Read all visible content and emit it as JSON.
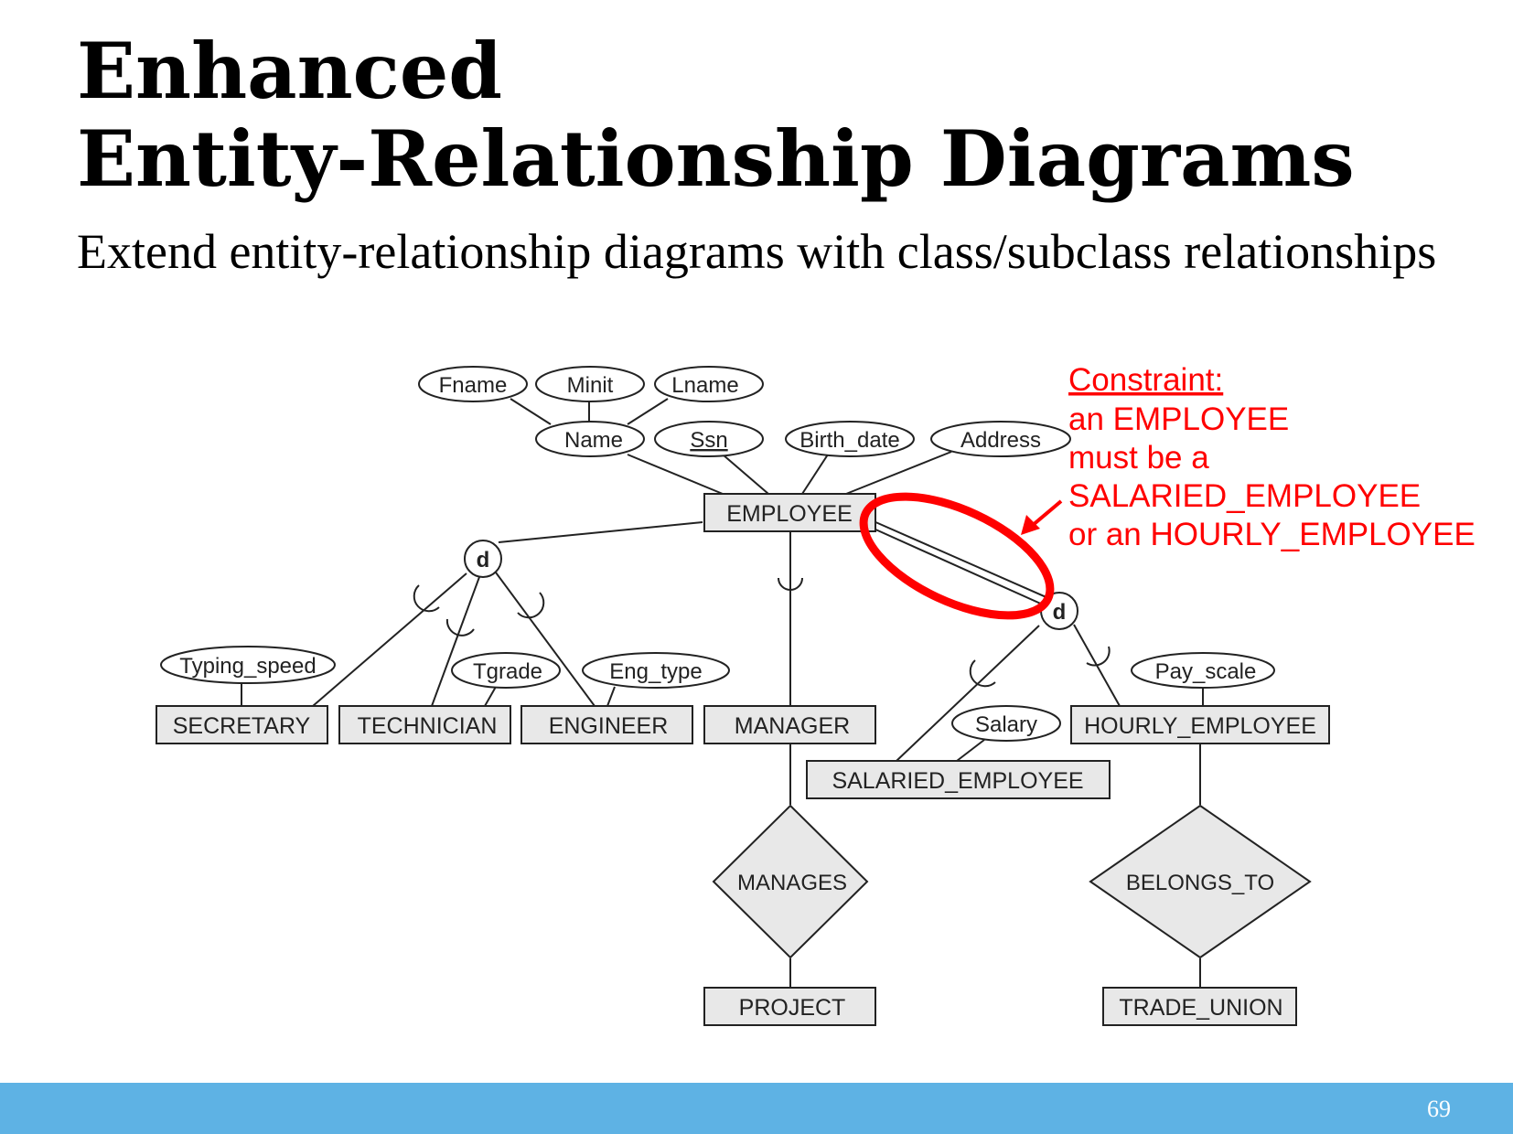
{
  "slide": {
    "title_line1": "Enhanced",
    "title_line2": "Entity-Relationship Diagrams",
    "subtitle": "Extend entity-relationship diagrams with class/subclass relationships",
    "page_number": "69"
  },
  "diagram": {
    "attributes": {
      "fname": "Fname",
      "minit": "Minit",
      "lname": "Lname",
      "name": "Name",
      "ssn": "Ssn",
      "birth_date": "Birth_date",
      "address": "Address",
      "typing_speed": "Typing_speed",
      "tgrade": "Tgrade",
      "eng_type": "Eng_type",
      "salary": "Salary",
      "pay_scale": "Pay_scale"
    },
    "entities": {
      "employee": "EMPLOYEE",
      "secretary": "SECRETARY",
      "technician": "TECHNICIAN",
      "engineer": "ENGINEER",
      "manager": "MANAGER",
      "salaried_employee": "SALARIED_EMPLOYEE",
      "hourly_employee": "HOURLY_EMPLOYEE",
      "project": "PROJECT",
      "trade_union": "TRADE_UNION"
    },
    "relationships": {
      "manages": "MANAGES",
      "belongs_to": "BELONGS_TO"
    },
    "specializations": {
      "job_type": "d",
      "pay_method": "d"
    }
  },
  "annotation": {
    "heading": "Constraint:",
    "lines": [
      "an EMPLOYEE",
      "must be a",
      "SALARIED_EMPLOYEE",
      "or an HOURLY_EMPLOYEE"
    ],
    "color": "#ff0000"
  },
  "colors": {
    "entity_fill": "#e8e8e8",
    "footer": "#5eb2e4"
  }
}
